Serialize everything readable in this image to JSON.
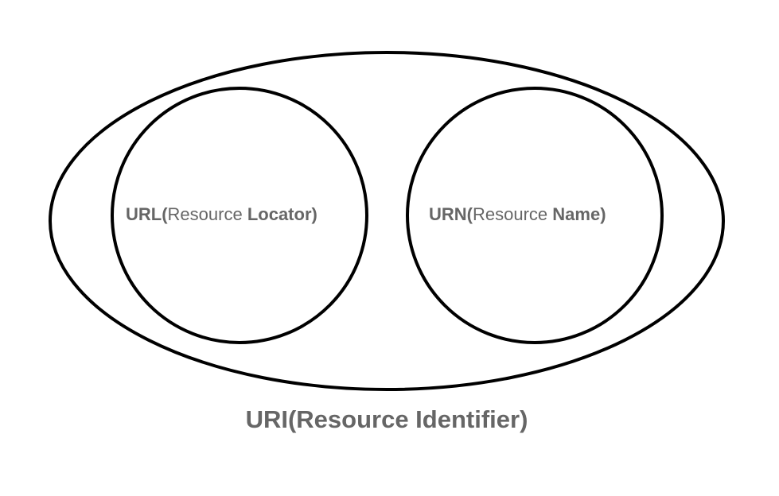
{
  "diagram": {
    "outer": {
      "prefix": "URI(",
      "name": "Resource Identifier",
      "suffix": ")"
    },
    "left": {
      "prefix": "URL(",
      "word1": "Resource ",
      "word2": "Locator",
      "suffix": ")"
    },
    "right": {
      "prefix": "URN(",
      "word1": "Resource ",
      "word2": "Name",
      "suffix": ")"
    },
    "colors": {
      "stroke": "#000000",
      "text": "#666666",
      "background": "#ffffff"
    }
  }
}
